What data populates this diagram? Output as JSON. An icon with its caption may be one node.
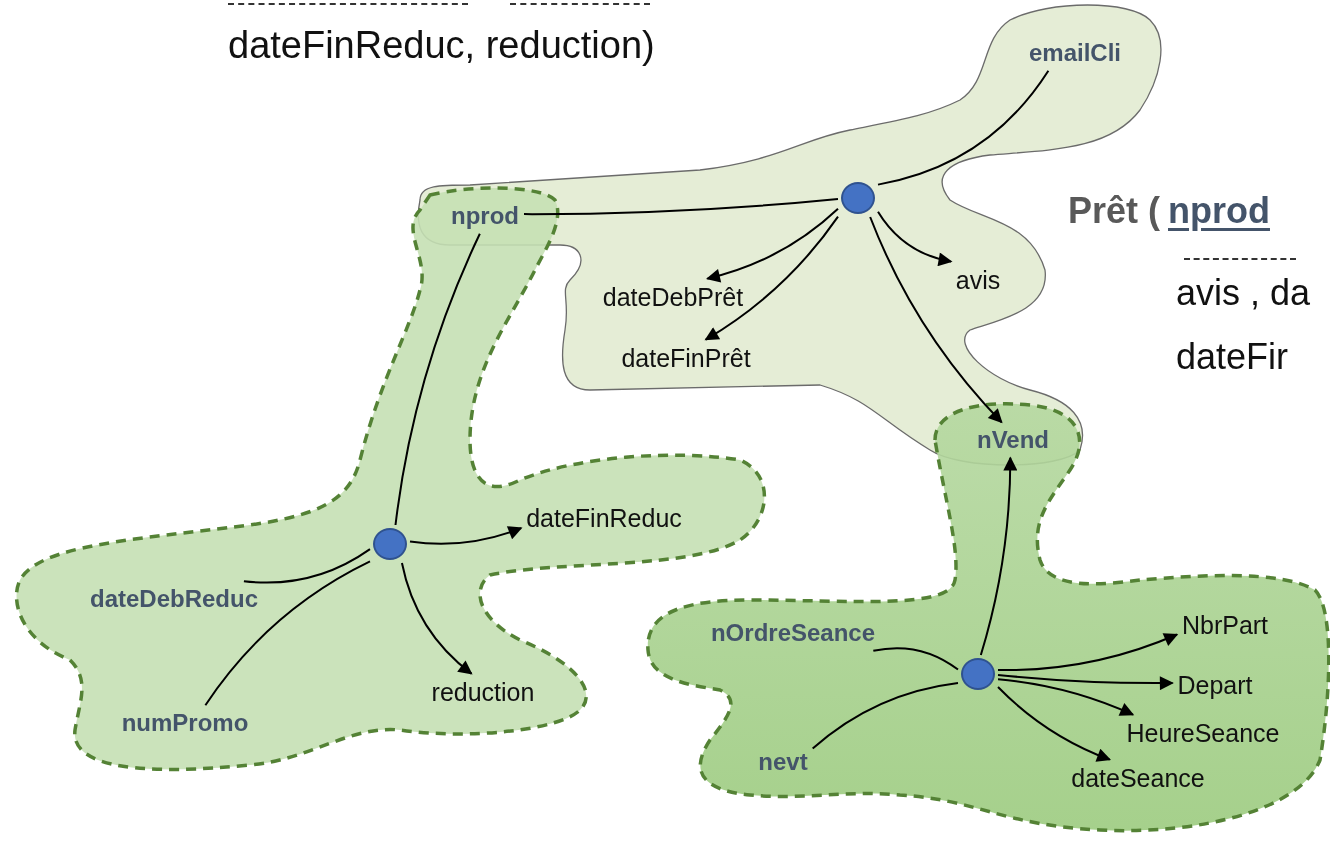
{
  "diagram": {
    "nodes": [
      {
        "text": [],
        "shape": "cloud"
      },
      {
        "text": [
          "emailCli"
        ],
        "in": 0
      },
      {
        "text": [
          "nprod"
        ]
      },
      {
        "text": [],
        "shape": "circle",
        "in": 0
      },
      {
        "text": [
          "avis"
        ],
        "in": 0
      },
      {
        "text": [
          "dateDebPrêt"
        ],
        "in": 0
      },
      {
        "text": [
          "dateFinPrêt"
        ],
        "in": 0
      },
      {
        "text": [
          "nVend"
        ]
      },
      {
        "text": [],
        "shape": "cloud"
      },
      {
        "text": [
          "dateFinReduc"
        ],
        "in": 8
      },
      {
        "text": [],
        "shape": "circle",
        "in": 8
      },
      {
        "text": [
          "dateDebReduc"
        ],
        "in": 8
      },
      {
        "text": [
          "reduction"
        ],
        "in": 8
      },
      {
        "text": [
          "numPromo"
        ],
        "in": 8
      },
      {
        "text": [],
        "shape": "cloud"
      },
      {
        "text": [
          "nOrdreSeance"
        ],
        "in": 14
      },
      {
        "text": [
          "NbrPart"
        ],
        "in": 14
      },
      {
        "text": [],
        "shape": "circle",
        "in": 14
      },
      {
        "text": [
          "Depart"
        ],
        "in": 14
      },
      {
        "text": [
          "HeureSeance"
        ],
        "in": 14
      },
      {
        "text": [
          "nevt"
        ],
        "in": 14
      },
      {
        "text": [
          "dateSeance"
        ],
        "in": 14
      }
    ],
    "edges": [
      {
        "from": 1,
        "to": 3,
        "arrow": "none"
      },
      {
        "from": 2,
        "to": 3,
        "arrow": "none"
      },
      {
        "from": 3,
        "to": 5,
        "arrow": "to"
      },
      {
        "from": 3,
        "to": 6,
        "arrow": "to"
      },
      {
        "from": 3,
        "to": 4,
        "arrow": "to"
      },
      {
        "from": 3,
        "to": 7,
        "arrow": "to"
      },
      {
        "from": 2,
        "to": 10,
        "arrow": "none"
      },
      {
        "from": 11,
        "to": 10,
        "arrow": "none"
      },
      {
        "from": 13,
        "to": 10,
        "arrow": "none"
      },
      {
        "from": 10,
        "to": 9,
        "arrow": "to"
      },
      {
        "from": 10,
        "to": 12,
        "arrow": "to"
      },
      {
        "from": 15,
        "to": 17,
        "arrow": "none"
      },
      {
        "from": 20,
        "to": 17,
        "arrow": "none"
      },
      {
        "from": 17,
        "to": 7,
        "arrow": "to"
      },
      {
        "from": 17,
        "to": 16,
        "arrow": "to"
      },
      {
        "from": 17,
        "to": 18,
        "arrow": "to"
      },
      {
        "from": 17,
        "to": 19,
        "arrow": "to"
      },
      {
        "from": 17,
        "to": 21,
        "arrow": "to"
      }
    ],
    "labels": [
      "dateFinReduc, reduction)",
      "Prêt (",
      "nprod",
      "avis , da",
      "dateFir"
    ]
  }
}
